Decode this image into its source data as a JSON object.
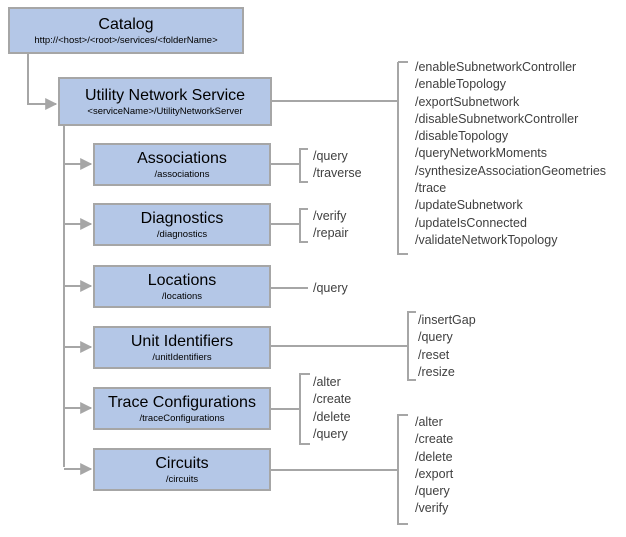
{
  "catalog": {
    "title": "Catalog",
    "path": "http://<host>/<root>/services/<folderName>"
  },
  "service": {
    "title": "Utility Network Service",
    "path": "<serviceName>/UtilityNetworkServer",
    "operations": [
      "/enableSubnetworkController",
      "/enableTopology",
      "/exportSubnetwork",
      "/disableSubnetworkController",
      "/disableTopology",
      "/queryNetworkMoments",
      "/synthesizeAssociationGeometries",
      "/trace",
      "/updateSubnetwork",
      "/updateIsConnected",
      "/validateNetworkTopology"
    ]
  },
  "resources": [
    {
      "title": "Associations",
      "path": "/associations",
      "operations": [
        "/query",
        "/traverse"
      ]
    },
    {
      "title": "Diagnostics",
      "path": "/diagnostics",
      "operations": [
        "/verify",
        "/repair"
      ]
    },
    {
      "title": "Locations",
      "path": "/locations",
      "operations": [
        "/query"
      ]
    },
    {
      "title": "Unit Identifiers",
      "path": "/unitIdentifiers",
      "operations": [
        "/insertGap",
        "/query",
        "/reset",
        "/resize"
      ]
    },
    {
      "title": "Trace Configurations",
      "path": "/traceConfigurations",
      "operations": [
        "/alter",
        "/create",
        "/delete",
        "/query"
      ]
    },
    {
      "title": "Circuits",
      "path": "/circuits",
      "operations": [
        "/alter",
        "/create",
        "/delete",
        "/export",
        "/query",
        "/verify"
      ]
    }
  ]
}
